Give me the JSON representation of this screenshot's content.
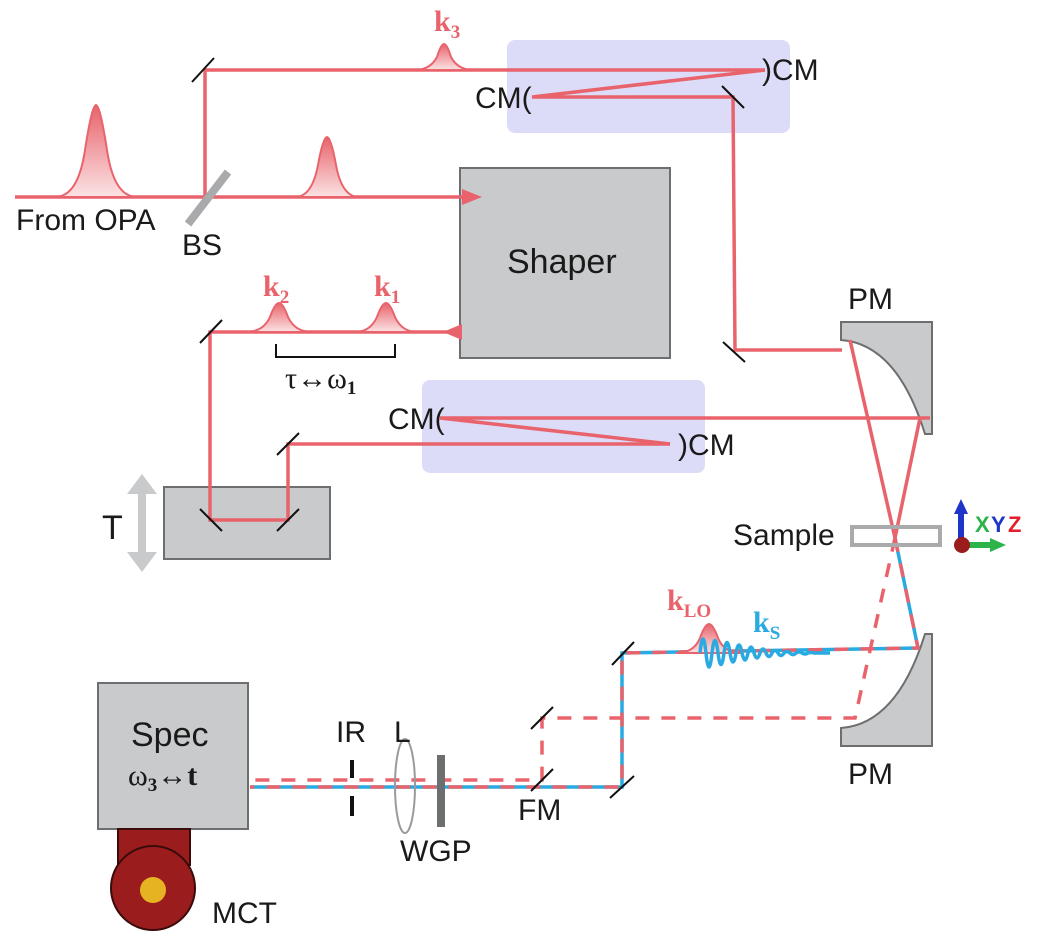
{
  "labels": {
    "source": "From OPA",
    "beamsplitter": "BS",
    "shaper": "Shaper",
    "cm_top_left": "CM(",
    "cm_top_right": ")CM",
    "cm_mid_left": "CM(",
    "cm_mid_right": ")CM",
    "pm_top": "PM",
    "pm_bottom": "PM",
    "sample": "Sample",
    "translation": "T",
    "spectrometer": "Spec",
    "iris": "IR",
    "lens": "L",
    "wire_grid_polarizer": "WGP",
    "flip_mirror": "FM",
    "detector": "MCT"
  },
  "pulses": {
    "k1": {
      "base": "k",
      "sub": "1"
    },
    "k2": {
      "base": "k",
      "sub": "2"
    },
    "k3": {
      "base": "k",
      "sub": "3"
    },
    "kLO": {
      "base": "k",
      "sub": "LO"
    },
    "kS": {
      "base": "k",
      "sub": "S"
    }
  },
  "delay_label": {
    "tau": "τ",
    "arrow": "↔",
    "omega": "ω",
    "sub": "1"
  },
  "spec_label": {
    "omega": "ω",
    "sub": "3",
    "arrow": "↔",
    "t": "t"
  },
  "axes": {
    "x": "X",
    "y": "Y",
    "z": "Z"
  },
  "colors": {
    "beam": "#e8636b",
    "signal": "#29aae1",
    "box": "#c9cacc",
    "box_border": "#6d6e70",
    "region": "#dcdcf8",
    "detector": "#9b1c1c",
    "detector_core": "#e6b422",
    "axis_x": "#2cb34a",
    "axis_y": "#1f35c8",
    "axis_z": "#e31d2b"
  }
}
